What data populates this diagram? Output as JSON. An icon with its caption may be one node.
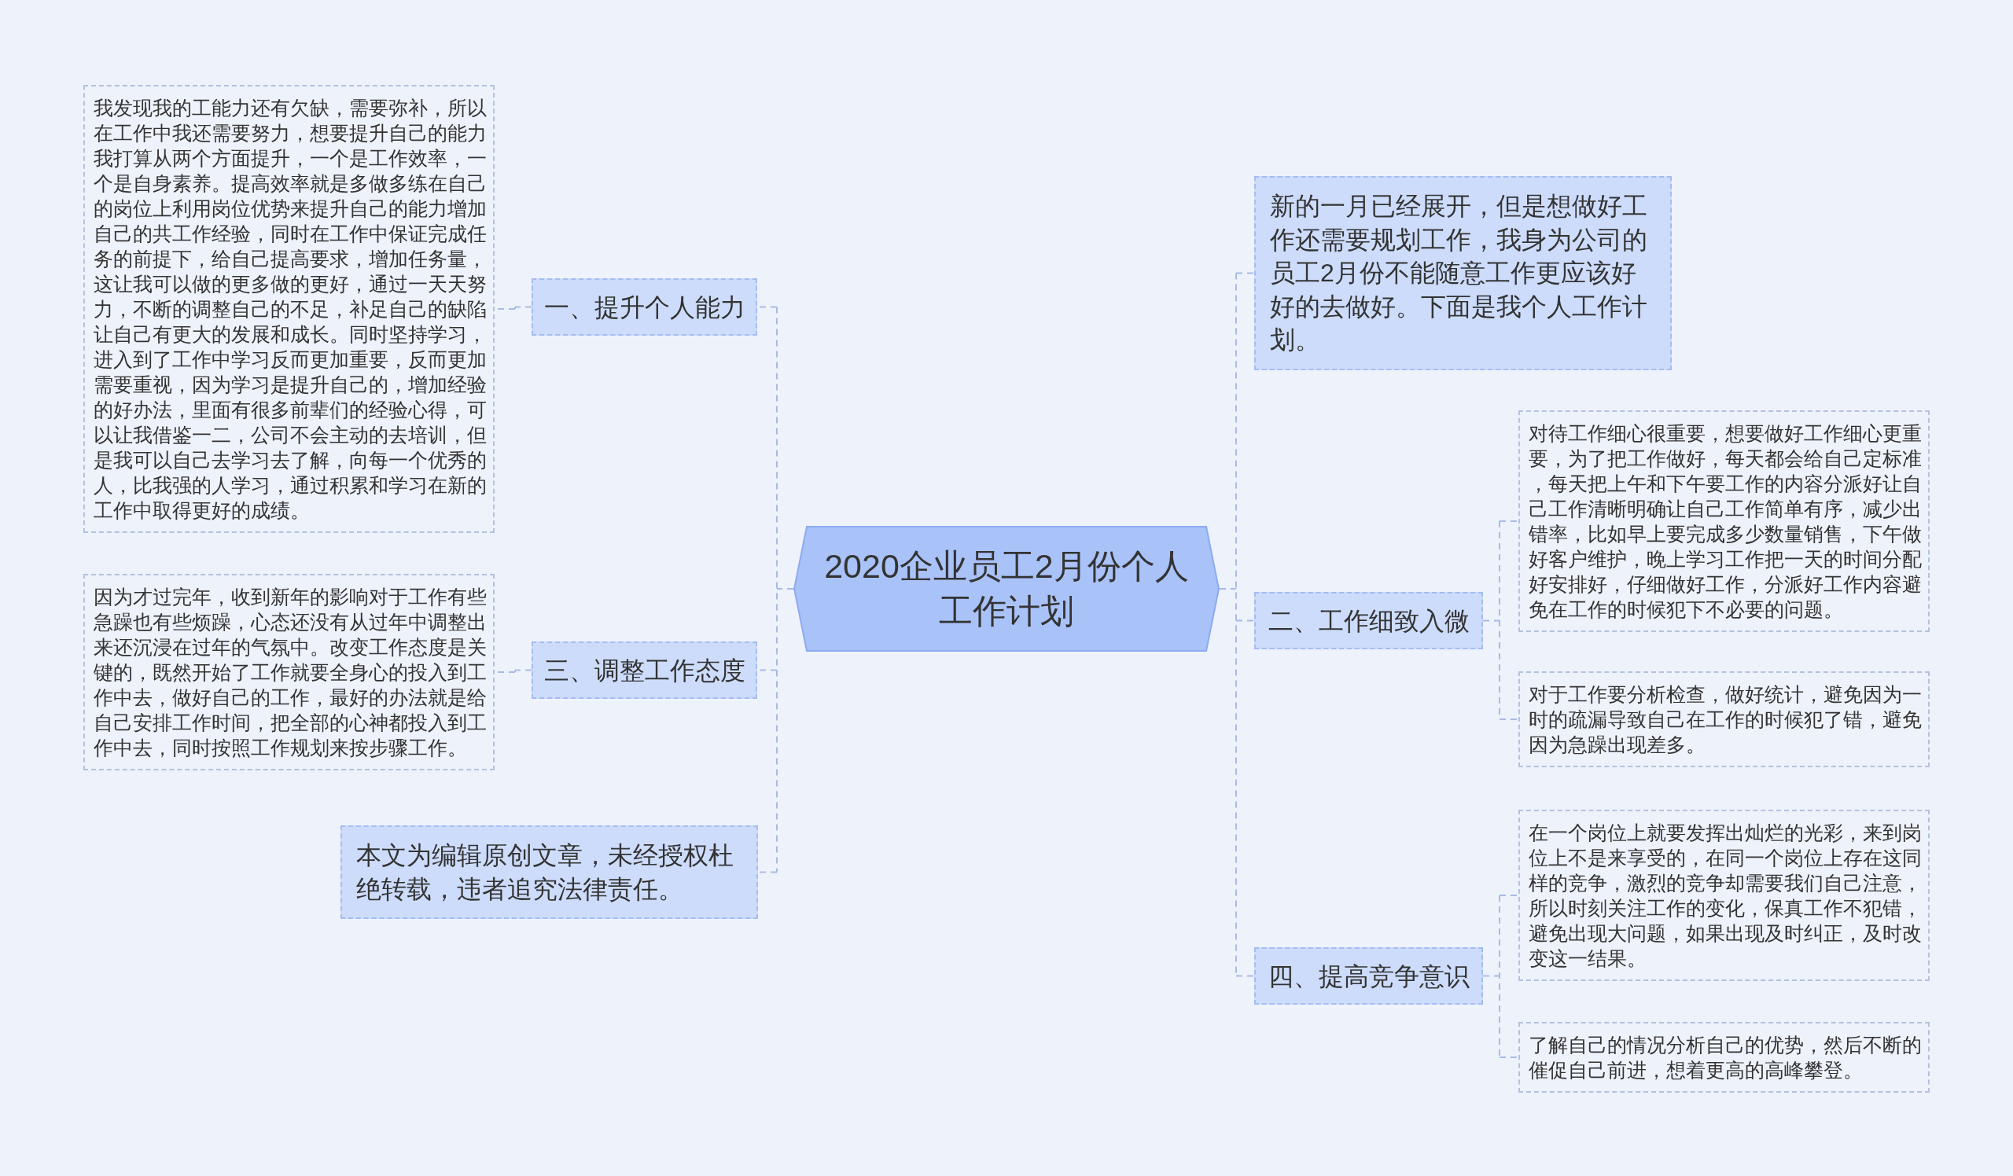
{
  "diagram": {
    "nodes": [
      {
        "text": [
          "2020企业员工2月份个人工作计划"
        ]
      },
      {
        "text": [
          "一、提升个人能力"
        ]
      },
      {
        "text": [
          "我发现我的工能力还有欠缺，需要弥补，所以在工作中我还需要努力，想要提升自己的能力我打算从两个方面提升，一个是工作效率，一个是自身素养。提高效率就是多做多练在自己的岗位上利用岗位优势来提升自己的能力增加自己的共工作经验，同时在工作中保证完成任务的前提下，给自己提高要求，增加任务量，这让我可以做的更多做的更好，通过一天天努力，不断的调整自己的不足，补足自己的缺陷让自己有更大的发展和成长。同时坚持学习，进入到了工作中学习反而更加重要，反而更加需要重视，因为学习是提升自己的，增加经验的好办法，里面有很多前辈们的经验心得，可以让我借鉴一二，公司不会主动的去培训，但是我可以自己去学习去了解，向每一个优秀的人，比我强的人学习，通过积累和学习在新的工作中取得更好的成绩。"
        ]
      },
      {
        "text": [
          "三、调整工作态度"
        ]
      },
      {
        "text": [
          "因为才过完年，收到新年的影响对于工作有些急躁也有些烦躁，心态还没有从过年中调整出来还沉浸在过年的气氛中。改变工作态度是关键的，既然开始了工作就要全身心的投入到工作中去，做好自己的工作，最好的办法就是给自己安排工作时间，把全部的心神都投入到工作中去，同时按照工作规划来按步骤工作。"
        ]
      },
      {
        "text": [
          "本文为编辑原创文章，未经授权杜绝转载，违者追究法律责任。"
        ]
      },
      {
        "text": [
          "新的一月已经展开，但是想做好工作还需要规划工作，我身为公司的员工2月份不能随意工作更应该好好的去做好。下面是我个人工作计划。"
        ]
      },
      {
        "text": [
          "二、工作细致入微"
        ]
      },
      {
        "text": [
          "对待工作细心很重要，想要做好工作细心更重要，为了把工作做好，每天都会给自己定标准，每天把上午和下午要工作的内容分派好让自己工作清晰明确让自己工作简单有序，减少出错率，比如早上要完成多少数量销售，下午做好客户维护，晚上学习工作把一天的时间分配好安排好，仔细做好工作，分派好工作内容避免在工作的时候犯下不必要的问题。"
        ]
      },
      {
        "text": [
          "对于工作要分析检查，做好统计，避免因为一时的疏漏导致自己在工作的时候犯了错，避免因为急躁出现差多。"
        ]
      },
      {
        "text": [
          "四、提高竞争意识"
        ]
      },
      {
        "text": [
          "在一个岗位上就要发挥出灿烂的光彩，来到岗位上不是来享受的，在同一个岗位上存在这同样的竞争，激烈的竞争却需要我们自己注意，所以时刻关注工作的变化，保真工作不犯错，避免出现大问题，如果出现及时纠正，及时改变这一结果。"
        ]
      },
      {
        "text": [
          "了解自己的情况分析自己的优势，然后不断的催促自己前进，想着更高的高峰攀登。"
        ]
      }
    ],
    "edges": [
      {
        "from": 0,
        "to": 1,
        "arrow": "none",
        "style": "dashed"
      },
      {
        "from": 1,
        "to": 2,
        "arrow": "none",
        "style": "dashed"
      },
      {
        "from": 0,
        "to": 3,
        "arrow": "none",
        "style": "dashed"
      },
      {
        "from": 3,
        "to": 4,
        "arrow": "none",
        "style": "dashed"
      },
      {
        "from": 0,
        "to": 5,
        "arrow": "none",
        "style": "dashed"
      },
      {
        "from": 0,
        "to": 6,
        "arrow": "none",
        "style": "dashed"
      },
      {
        "from": 0,
        "to": 7,
        "arrow": "none",
        "style": "dashed"
      },
      {
        "from": 7,
        "to": 8,
        "arrow": "none",
        "style": "dashed"
      },
      {
        "from": 7,
        "to": 9,
        "arrow": "none",
        "style": "dashed"
      },
      {
        "from": 0,
        "to": 10,
        "arrow": "none",
        "style": "dashed"
      },
      {
        "from": 10,
        "to": 11,
        "arrow": "none",
        "style": "dashed"
      },
      {
        "from": 10,
        "to": 12,
        "arrow": "none",
        "style": "dashed"
      }
    ]
  }
}
